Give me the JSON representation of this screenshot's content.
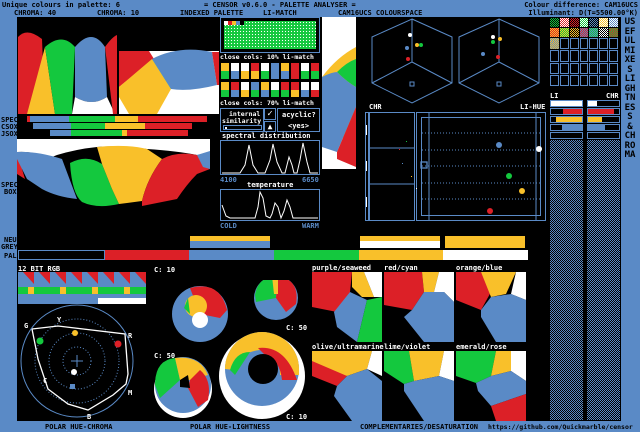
{
  "header": {
    "unique": "Unique colours in palette: 6",
    "title": "= CENSOR v0.6.0 - PALETTE ANALYSER =",
    "diff": "Colour difference: CAM16UCS",
    "illuminant": "Illuminant: D(T=5500.00°K)"
  },
  "labels": {
    "chroma40": "CHROMA: 40",
    "chroma10": "CHROMA: 10",
    "indexed": "INDEXED PALETTE",
    "limatch": "LI-MATCH",
    "cam16": "CAM16UCS COLOURSPACE",
    "spec": "SPEC",
    "csox": "CSOX",
    "jsox": "JSOX",
    "specbox1": "SPEC",
    "specbox2": "BOX",
    "neu": "NEU",
    "grey": "GREY",
    "pal": "PAL",
    "rgb12": "12 BIT RGB",
    "chr": "CHR",
    "lihue": "LI-HUE",
    "li": "LI",
    "chr2": "CHR",
    "side": "USEFUL MIXES LIGHTNESS & CHROMA"
  },
  "indexed": {
    "close10": "close cols: 10% li-match",
    "close70": "close cols: 70% li-match",
    "internal": "internal",
    "similarity": "similarity",
    "acyclic": "acyclic?",
    "acyclic_val": "<yes>",
    "spectral": "spectral distribution",
    "spec_min": "4100",
    "spec_max": "6650",
    "temperature": "temperature",
    "cold": "COLD",
    "warm": "WARM"
  },
  "colors": {
    "R": "#dc2027",
    "Y": "#f9c02a",
    "G": "#14c83e",
    "B": "#5a8ac6",
    "W": "#ffffff",
    "K": "#000000"
  },
  "palette": [
    "K",
    "R",
    "B",
    "G",
    "Y",
    "W"
  ],
  "swatches10": {
    "top": [
      "Y",
      "W",
      "W",
      "R",
      "W",
      "B",
      "Y",
      "R",
      "W",
      "R"
    ],
    "bottom": [
      "G",
      "B",
      "Y",
      "Y",
      "G",
      "B",
      "B",
      "R",
      "G",
      "G"
    ]
  },
  "swatches70": {
    "top": [
      "Y",
      "R",
      "W",
      "B",
      "Y",
      "W",
      "R",
      "R",
      "W",
      "W"
    ],
    "bottom": [
      "G",
      "B",
      "Y",
      "G",
      "B",
      "G",
      "G",
      "Y",
      "B",
      "R"
    ]
  },
  "polar": {
    "labels": [
      "G",
      "Y",
      "R",
      "C",
      "M",
      "B"
    ],
    "title": "POLAR HUE-CHROMA"
  },
  "donuts": {
    "c10a": "C: 10",
    "c50a": "C: 50",
    "c50b": "C: 50",
    "c10b": "C: 10",
    "title": "POLAR HUE-LIGHTNESS"
  },
  "complements": {
    "items": [
      "purple/seaweed",
      "red/cyan",
      "orange/blue",
      "olive/ultramarine",
      "lime/violet",
      "emerald/rose"
    ],
    "title": "COMPLEMENTARIES/DESATURATION"
  },
  "footer": {
    "url": "https://github.com/Quickmarble/censor"
  }
}
